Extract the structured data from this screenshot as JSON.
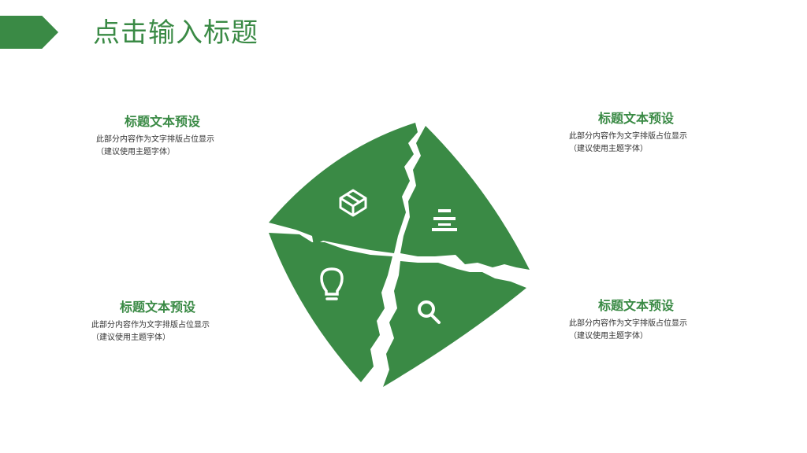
{
  "slide": {
    "title": "点击输入标题"
  },
  "blocks": [
    {
      "title": "标题文本预设",
      "line1": "此部分内容作为文字排版占位显示",
      "line2": "（建议使用主题字体）"
    },
    {
      "title": "标题文本预设",
      "line1": "此部分内容作为文字排版占位显示",
      "line2": "（建议使用主题字体）"
    },
    {
      "title": "标题文本预设",
      "line1": "此部分内容作为文字排版占位显示",
      "line2": "（建议使用主题字体）"
    },
    {
      "title": "标题文本预设",
      "line1": "此部分内容作为文字排版占位显示",
      "line2": "（建议使用主题字体）"
    }
  ],
  "diagram": {
    "icons": [
      "box-icon",
      "stack-icon",
      "lightbulb-icon",
      "search-icon"
    ]
  },
  "colors": {
    "accent": "#3a8a45",
    "text": "#333333",
    "background": "#ffffff"
  }
}
